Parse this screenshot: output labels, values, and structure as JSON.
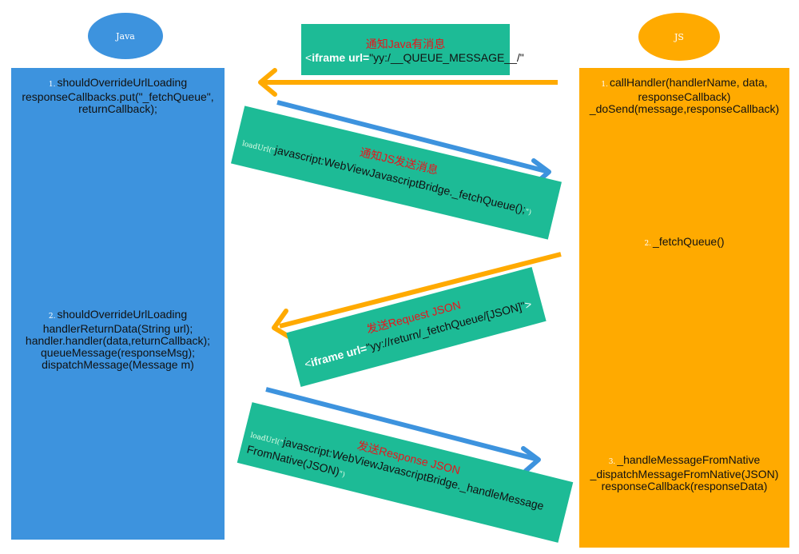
{
  "colors": {
    "java": "#3d93de",
    "js": "#ffaa00",
    "message_box": "#1dbb96",
    "title_red": "#e8141b",
    "arrow_orange": "#ffaa00",
    "arrow_blue": "#3d93de"
  },
  "java": {
    "title": "Java",
    "step1": {
      "num": "1.",
      "lines": [
        "shouldOverrideUrlLoading",
        "responseCallbacks.put(\"_fetchQueue\",",
        "returnCallback);"
      ]
    },
    "step2": {
      "num": "2.",
      "lines": [
        "shouldOverrideUrlLoading",
        "handlerReturnData(String url);",
        "handler.handler(data,returnCallback);",
        "queueMessage(responseMsg);",
        "dispatchMessage(Message m)"
      ]
    }
  },
  "js": {
    "title": "JS",
    "step1": {
      "num": "1.",
      "lines": [
        "callHandler(handlerName, data,",
        "responseCallback)",
        "_doSend(message,responseCallback)"
      ]
    },
    "step2": {
      "num": "2.",
      "lines": [
        "_fetchQueue()"
      ]
    },
    "step3": {
      "num": "3.",
      "lines": [
        "_handleMessageFromNative",
        "_dispatchMessageFromNative(JSON)",
        "responseCallback(responseData)"
      ]
    }
  },
  "messages": {
    "m1": {
      "title": "通知Java有消息",
      "lt": "<",
      "tag": "iframe url=",
      "value": "\"yy:/__QUEUE_MESSAGE__/\"",
      "gt": ">"
    },
    "m2": {
      "title": "通知JS发送消息",
      "prefix": "loadUrl(\"",
      "code": "javascript:WebViewJavascriptBridge._fetchQueue();",
      "suffix": "\")"
    },
    "m3": {
      "title": "发送Request JSON",
      "lt": "<",
      "tag": "iframe url=",
      "value": "\"yy://return/_fetchQueue/[JSON]\"",
      "gt": ">"
    },
    "m4": {
      "title": "发送Response JSON",
      "prefix": "loadUrl(\"",
      "code1": "javascript:WebViewJavascriptBridge._handleMessage",
      "code2": "FromNative(JSON)",
      "suffix": "\")"
    }
  }
}
